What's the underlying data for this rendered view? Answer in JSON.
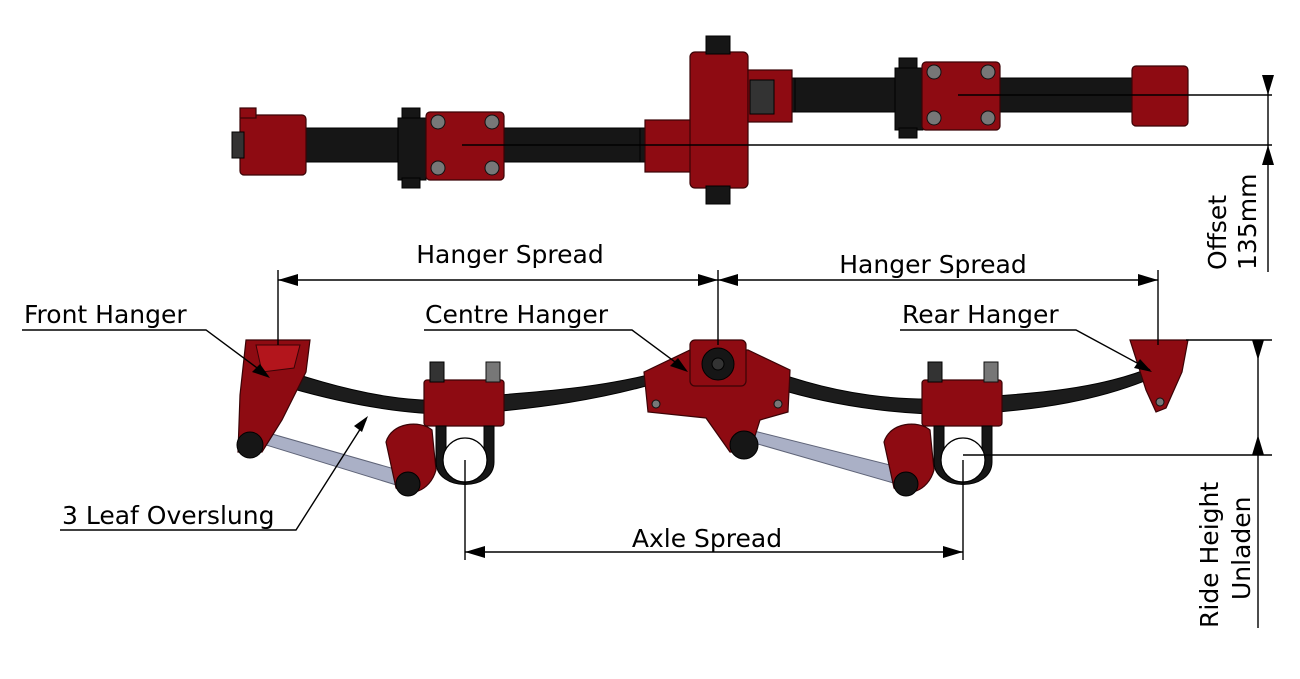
{
  "colors": {
    "component_red": "#8e0b12",
    "leaf_black": "#1c1c1c",
    "rod_grey": "#aab0c6",
    "line_black": "#000000",
    "background": "#ffffff"
  },
  "labels": {
    "front_hanger": "Front Hanger",
    "centre_hanger": "Centre Hanger",
    "rear_hanger": "Rear Hanger",
    "leaf_spring": "3 Leaf Overslung",
    "hanger_spread_left": "Hanger Spread",
    "hanger_spread_right": "Hanger Spread",
    "axle_spread": "Axle Spread",
    "offset_line1": "Offset",
    "offset_line2": "135mm",
    "ride_height_line1": "Ride Height",
    "ride_height_line2": "Unladen"
  }
}
